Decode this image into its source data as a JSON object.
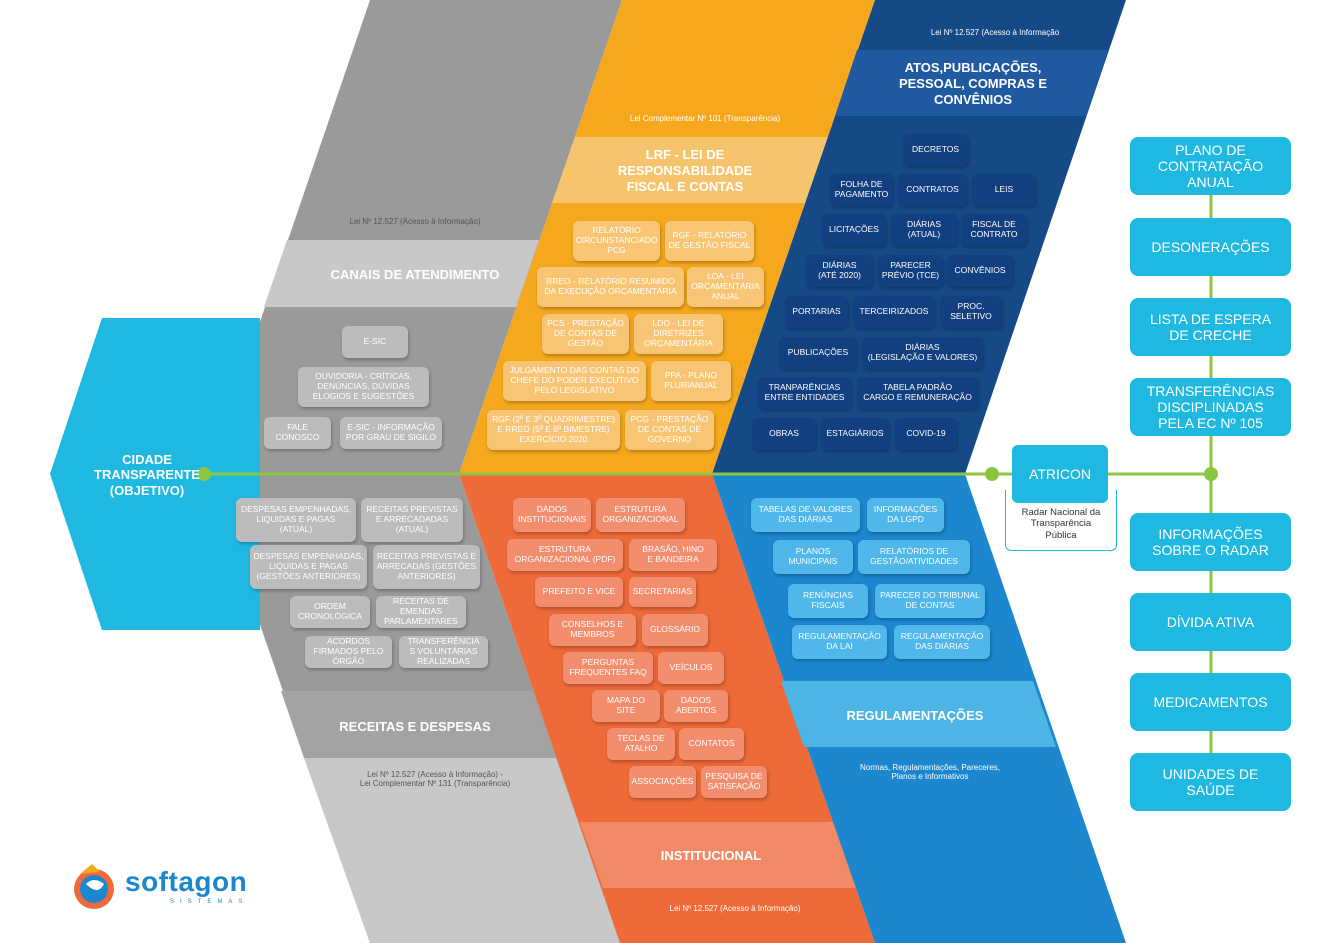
{
  "objective": "CIDADE\nTRANSPARENTE\n(OBJETIVO)",
  "canais": {
    "law": "Lei Nº 12.527 (Acesso à Informação)",
    "title": "CANAIS DE ATENDIMENTO",
    "items": [
      "E-SIC",
      "OUVIDORIA - CRÍTICAS,\nDENÚNCIAS, DÚVIDAS\nELOGIOS E SUGESTÕES",
      "FALE\nCONOSCO",
      "E-SIC - INFORMAÇÃO\nPOR GRAU DE SIGILO"
    ]
  },
  "lrf": {
    "law": "Lei Complementar Nº 101 (Transparência)",
    "title": "LRF - LEI DE\nRESPONSABILIDADE\nFISCAL E CONTAS",
    "items": [
      "RELATÓRIO\nCIRCUNSTANCIADO\nPCG",
      "RGF - RELATÓRIO\nDE GESTÃO FISCAL",
      "RREO - RELATÓRIO RESUMIDO\nDA EXECUÇÃO ORÇAMENTÁRIA",
      "LOA - LEI\nORÇAMENTÁRIA\nANUAL",
      "PCS - PRESTAÇÃO\nDE CONTAS DE\nGESTÃO",
      "LDO - LEI DE\nDIRETRIZES\nORÇAMENTÁRIA",
      "JULGAMENTO DAS CONTAS DO\nCHEFE DO PODER EXECUTIVO\nPELO LEGISLATIVO",
      "PPA - PLANO\nPLURIANUAL",
      "RGF (2º E 3º QUADRIMESTRE)\nE RREO (5º E 6º BIMESTRE)\nEXERCÍCIO 2020",
      "PCG - PRESTAÇÃO\nDE CONTAS DE\nGOVERNO"
    ]
  },
  "atos": {
    "law": "Lei Nº 12.527 (Acesso à Informação",
    "title": "ATOS,PUBLICAÇÕES,\nPESSOAL, COMPRAS E\nCONVÊNIOS",
    "items": [
      "DECRETOS",
      "FOLHA DE\nPAGAMENTO",
      "CONTRATOS",
      "LEIS",
      "LICITAÇÕES",
      "DIÁRIAS\n(ATUAL)",
      "FISCAL DE\nCONTRATO",
      "DIÁRIAS\n(ATÉ 2020)",
      "PARECER\nPRÉVIO (TCE)",
      "CONVÊNIOS",
      "PORTARIAS",
      "TERCEIRIZADOS",
      "PROC.\nSELETIVO",
      "PUBLICAÇÕES",
      "DIÁRIAS\n(LEGISLAÇÃO E VALORES)",
      "TRANPARÊNCIAS\nENTRE ENTIDADES",
      "TABELA PADRÃO\nCARGO E REMUNERAÇÃO",
      "OBRAS",
      "ESTAGIÁRIOS",
      "COVID-19"
    ]
  },
  "receitas": {
    "title": "RECEITAS E DESPESAS",
    "law": "Lei Nº 12.527 (Acesso à Informação) -\nLei Complementar Nº 131 (Transparência)",
    "items": [
      "DESPESAS EMPENHADAS,\nLIQUIDAS E PAGAS\n(ATUAL)",
      "RECEITAS PREVISTAS\nE ARRECADADAS\n(ATUAL)",
      "DESPESAS EMPENHADAS,\nLIQUIDAS E PAGAS\n(GESTÕES ANTERIORES)",
      "RECEITAS PREVISTAS E\nARRECADAS (GESTÕES\nANTERIORES)",
      "ORDEM\nCRONOLÓGICA",
      "RECEITAS DE\nEMENDAS\nPARLAMENTARES",
      "ACORDOS\nFIRMADOS PELO\nÓRGÃO",
      "TRANSFERÊNCIA\nS VOLUNTÁRIAS\nREALIZADAS"
    ]
  },
  "institucional": {
    "title": "INSTITUCIONAL",
    "law": "Lei Nº 12.527 (Acesso à Informação)",
    "items": [
      "DADOS\nINSTITUCIONAIS",
      "ESTRUTURA\nORGANIZACIONAL",
      "ESTRUTURA\nORGANIZACIONAL (PDF)",
      "BRASÃO, HINO\nE BANDEIRA",
      "PREFEITO E VICE",
      "SECRETARIAS",
      "CONSELHOS E\nMEMBROS",
      "GLOSSÁRIO",
      "PERGUNTAS\nFREQUENTES FAQ",
      "VEÍCULOS",
      "MAPA DO\nSITE",
      "DADOS\nABERTOS",
      "TECLAS DE\nATALHO",
      "CONTATOS",
      "ASSOCIAÇÕES",
      "PESQUISA DE\nSATISFAÇÃO"
    ]
  },
  "regulamentacoes": {
    "title": "REGULAMENTAÇÕES",
    "law": "Normas, Regulamentações, Pareceres,\nPlanos e Informativos",
    "items": [
      "TABELAS DE VALORES\nDAS DIÁRIAS",
      "INFORMAÇÕES\nDA LGPD",
      "PLANOS\nMUNICIPAIS",
      "RELATÓRIOS DE\nGESTÃO/ATIVIDADES",
      "RENÚNCIAS\nFISCAIS",
      "PARECER DO TRIBUNAL\nDE CONTAS",
      "REGULAMENTAÇÃO\nDA LAI",
      "REGULAMENTAÇÃO\nDAS DIÁRIAS"
    ]
  },
  "atricon": {
    "label": "ATRICON",
    "caption": "Radar Nacional da\nTransparência\nPública"
  },
  "right_items": [
    "PLANO DE\nCONTRATAÇÃO\nANUAL",
    "DESONERAÇÕES",
    "LISTA DE ESPERA\nDE CRECHE",
    "TRANSFERÊNCIAS\nDISCIPLINADAS\nPELA EC Nº 105",
    "INFORMAÇÕES\nSOBRE O RADAR",
    "DÍVIDA ATIVA",
    "MEDICAMENTOS",
    "UNIDADES DE\nSAÚDE"
  ],
  "logo": {
    "name": "softagon",
    "tagline": "SISTEMAS"
  },
  "colors": {
    "gray": "#9a9a9a",
    "yellow": "#f5a81d",
    "navy": "#164a86",
    "orange": "#ee6a39",
    "blue": "#1c87cf",
    "cyan": "#1eb8e0",
    "green": "#8cc63f"
  }
}
